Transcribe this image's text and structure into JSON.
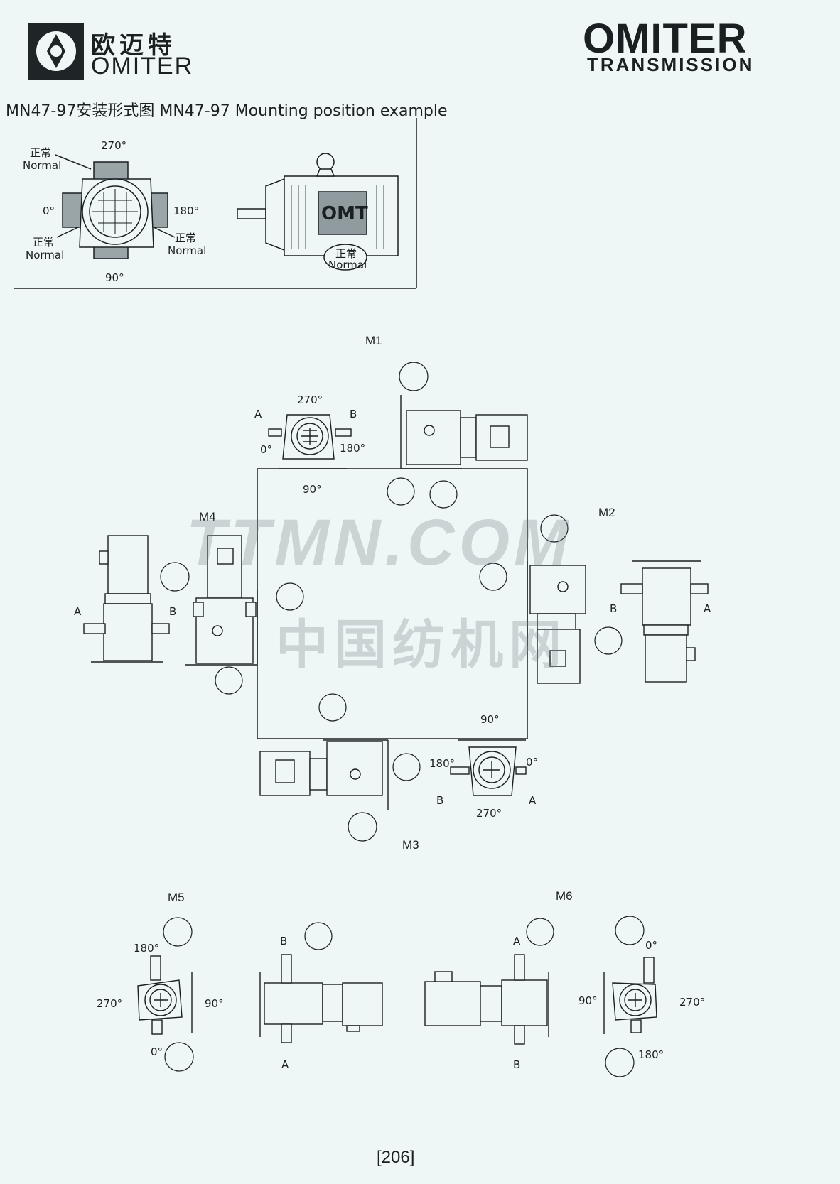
{
  "header": {
    "brand_cn": "欧迈特",
    "brand_en": "OMITER",
    "logo_big": "OMITER",
    "logo_sub": "TRANSMISSION"
  },
  "title": "MN47-97安装形式图  MN47-97 Mounting position example",
  "example": {
    "top": "270°",
    "left": "0°",
    "right": "180°",
    "bottom": "90°",
    "normal_cn": "正常",
    "normal_en": "Normal",
    "motor_label": "OMT"
  },
  "positions": {
    "m1": "M1",
    "m2": "M2",
    "m3": "M3",
    "m4": "M4",
    "m5": "M5",
    "m6": "M6",
    "a": "A",
    "b": "B",
    "deg0": "0°",
    "deg90": "90°",
    "deg180": "180°",
    "deg270": "270°"
  },
  "watermark": {
    "line1": "TTMN.COM",
    "line2": "中国纺机网"
  },
  "page_number": "206",
  "colors": {
    "ink": "#1a1f22",
    "background": "#eef6f6",
    "gray_fill": "#9aa5a8"
  }
}
